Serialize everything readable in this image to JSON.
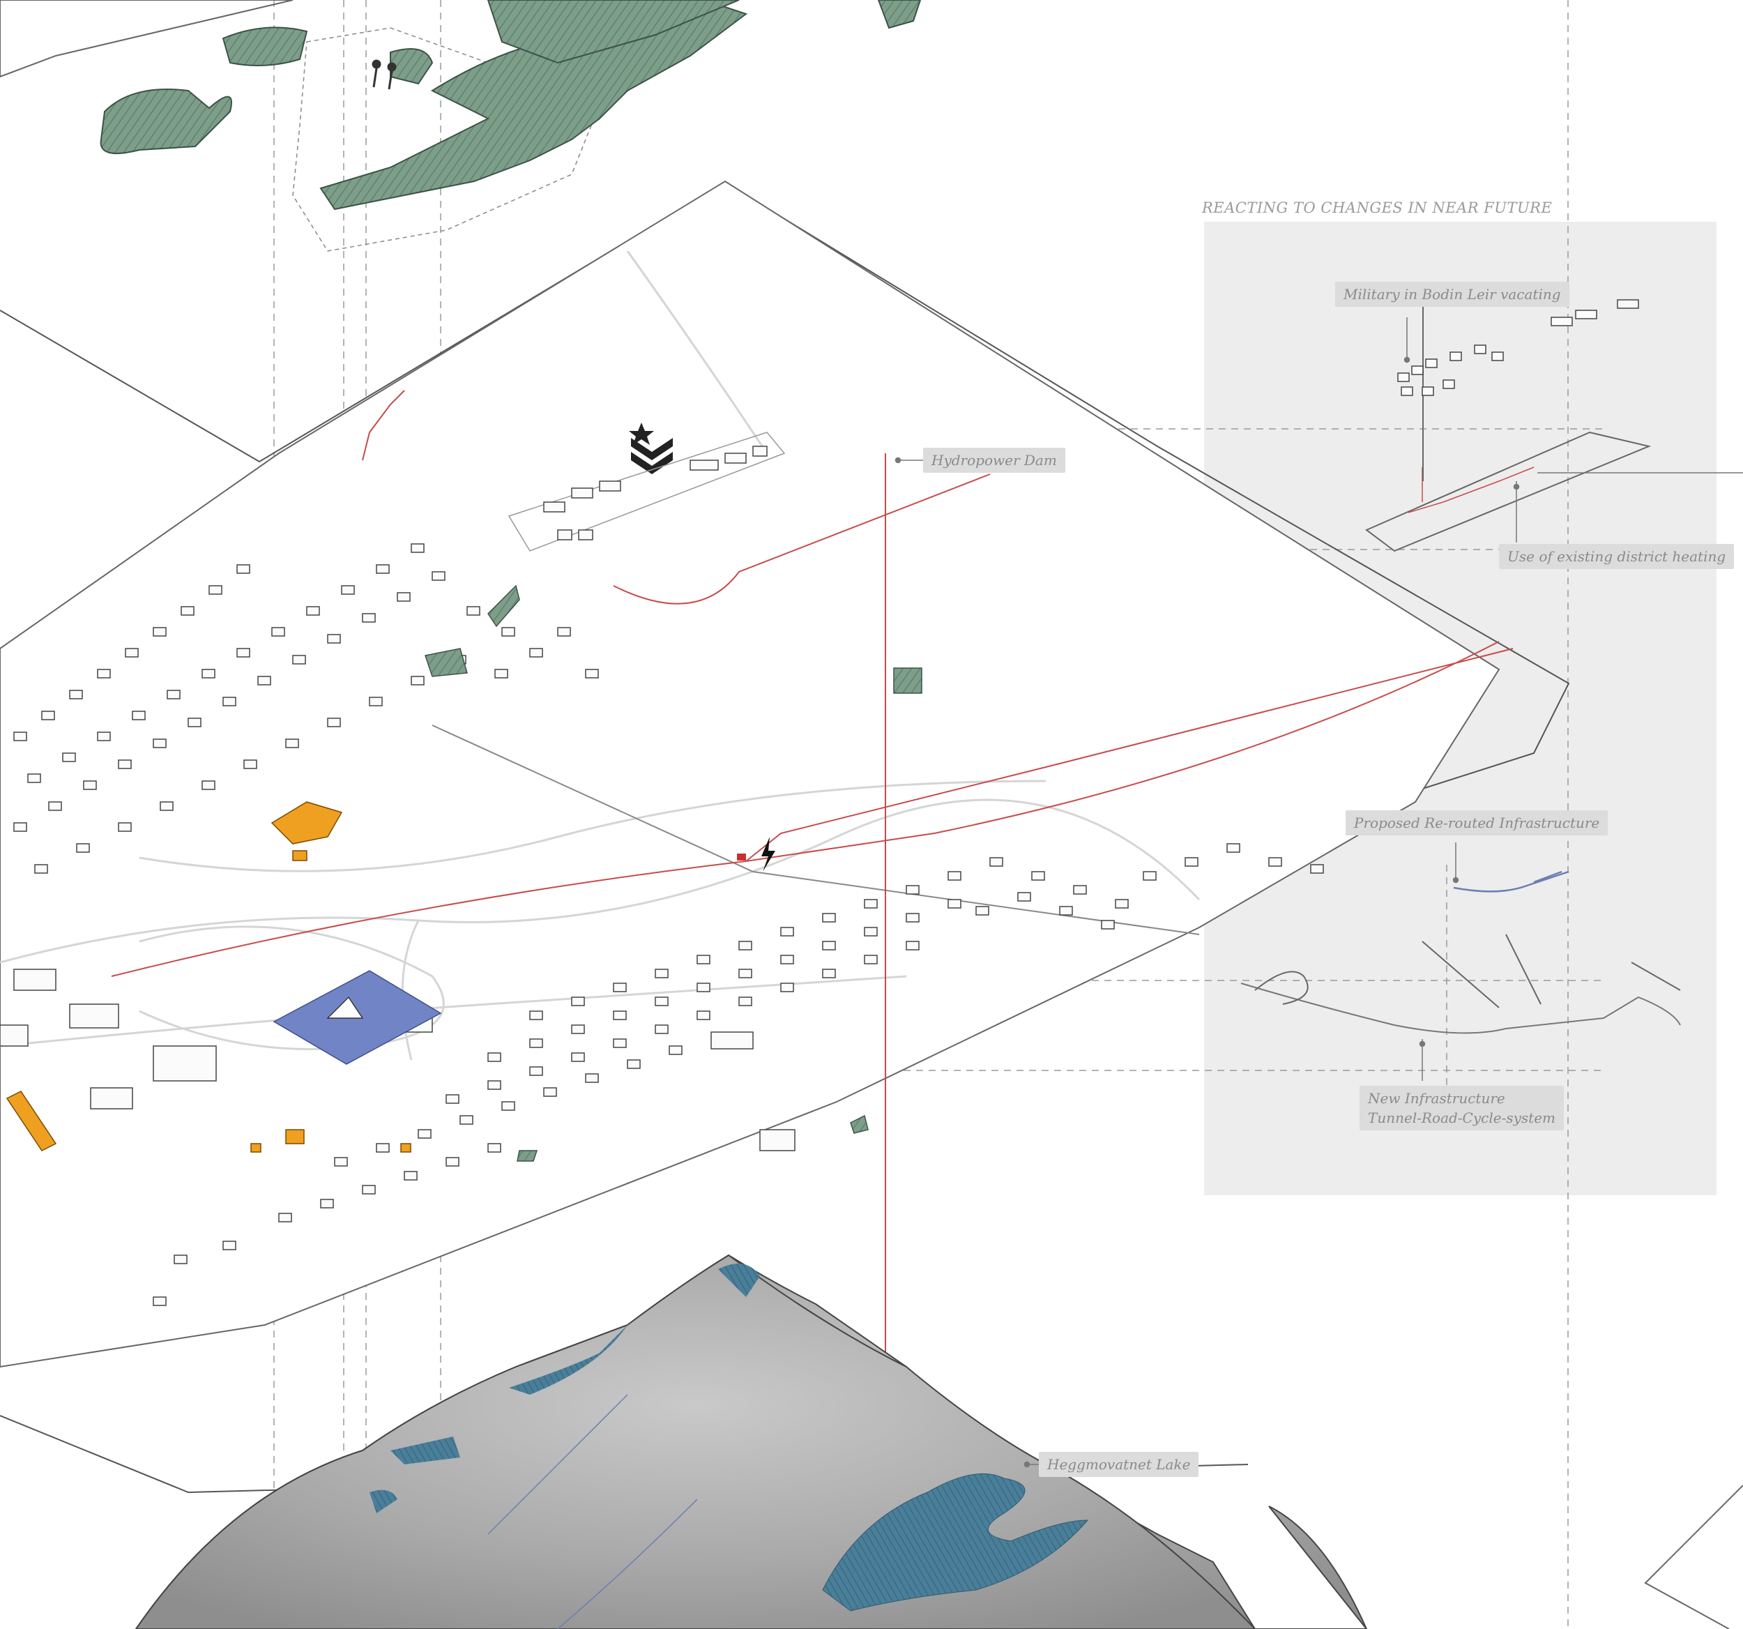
{
  "panel": {
    "title": "REACTING TO CHANGES IN NEAR FUTURE"
  },
  "labels": {
    "hydropower_dam": "Hydropower Dam",
    "military": "Military in Bodin Leir vacating",
    "district_heating": "Use of existing district heating",
    "rerouted": "Proposed Re-routed Infrastructure",
    "new_infra_line1": "New Infrastructure",
    "new_infra_line2": "Tunnel-Road-Cycle-system",
    "lake": "Heggmovatnet Lake"
  },
  "colors": {
    "forest_green": "#7d9e88",
    "forest_dark": "#4e6a58",
    "orange_highlight": "#f0a020",
    "blue_site": "#7185c6",
    "red_infrastructure": "#c84a4a",
    "lake_blue": "#4a7f9a",
    "panel_grey": "#ededed",
    "label_grey": "#dcdcdc",
    "terrain_grey": "#a8a8a8"
  },
  "icons": [
    "military-chevron-icon",
    "lightning-icon",
    "hikers-icon"
  ]
}
